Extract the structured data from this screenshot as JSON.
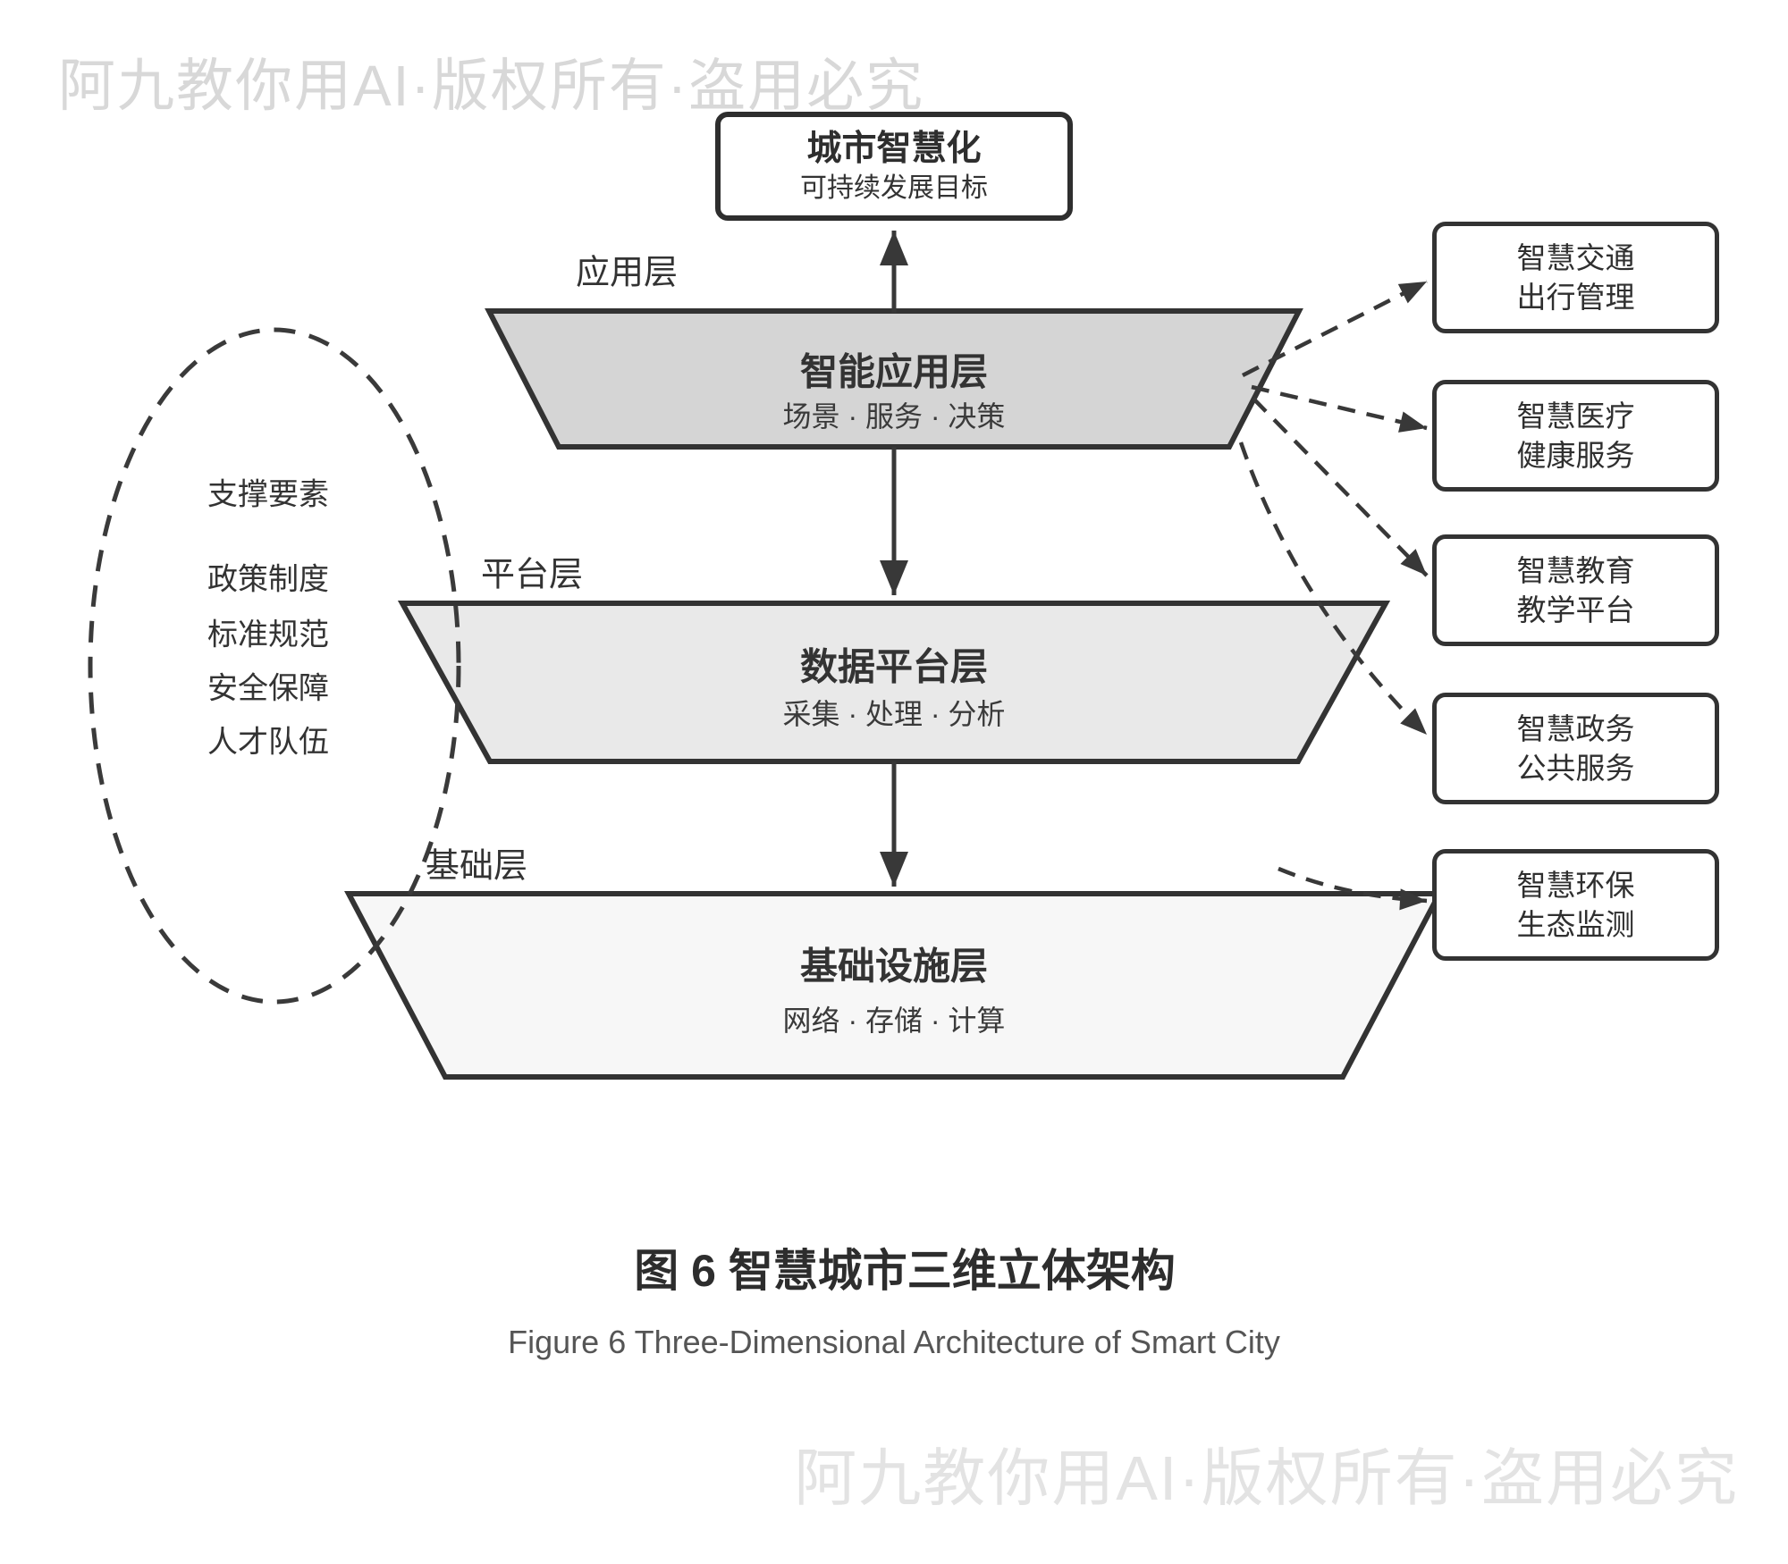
{
  "watermark_top": "阿九教你用AI·版权所有·盗用必究",
  "watermark_bottom": "阿九教你用AI·版权所有·盗用必究",
  "goal_box": {
    "title": "城市智慧化",
    "subtitle": "可持续发展目标"
  },
  "layers": [
    {
      "side_label": "应用层",
      "title": "智能应用层",
      "subtitle": "场景 · 服务 · 决策"
    },
    {
      "side_label": "平台层",
      "title": "数据平台层",
      "subtitle": "采集 · 处理 · 分析"
    },
    {
      "side_label": "基础层",
      "title": "基础设施层",
      "subtitle": "网络 · 存储 · 计算"
    }
  ],
  "support": {
    "title": "支撑要素",
    "items": [
      "政策制度",
      "标准规范",
      "安全保障",
      "人才队伍"
    ]
  },
  "services": [
    {
      "line1": "智慧交通",
      "line2": "出行管理"
    },
    {
      "line1": "智慧医疗",
      "line2": "健康服务"
    },
    {
      "line1": "智慧教育",
      "line2": "教学平台"
    },
    {
      "line1": "智慧政务",
      "line2": "公共服务"
    },
    {
      "line1": "智慧环保",
      "line2": "生态监测"
    }
  ],
  "caption": {
    "zh": "图 6 智慧城市三维立体架构",
    "en": "Figure 6 Three-Dimensional Architecture of Smart City"
  },
  "colors": {
    "outline": "#333333",
    "arrow": "#383838",
    "layer_app_fill": "#d5d5d5",
    "layer_platform_fill": "#e9e9e9",
    "layer_infra_fill": "#f7f7f7",
    "watermark_top": "#d8d8d8",
    "watermark_bottom": "#e3e3e3",
    "caption_en": "#555555"
  }
}
